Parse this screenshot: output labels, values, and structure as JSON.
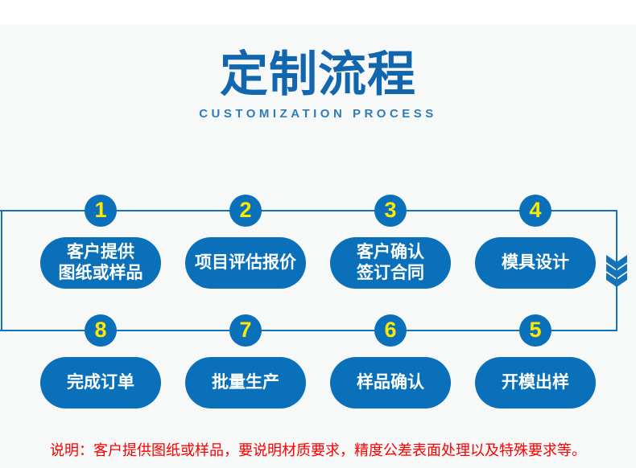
{
  "header": {
    "title": "定制流程",
    "subtitle": "CUSTOMIZATION PROCESS"
  },
  "flow": {
    "row1": [
      {
        "number": "1",
        "label": "客户提供\n图纸或样品"
      },
      {
        "number": "2",
        "label": "项目评估报价"
      },
      {
        "number": "3",
        "label": "客户确认\n签订合同"
      },
      {
        "number": "4",
        "label": "模具设计"
      }
    ],
    "row2": [
      {
        "number": "8",
        "label": "完成订单"
      },
      {
        "number": "7",
        "label": "批量生产"
      },
      {
        "number": "6",
        "label": "样品确认"
      },
      {
        "number": "5",
        "label": "开模出样"
      }
    ]
  },
  "note": "说明：客户提供图纸或样品，要说明材质要求，精度公差表面处理以及特殊要求等。",
  "icons": {
    "flow_direction_indicator": "chevron-triple-down"
  },
  "colors": {
    "background": "#f7f8f8",
    "title_blue": "#1166ad",
    "subtitle_blue": "#2e7cbc",
    "shape_blue": "#0a70b9",
    "line_blue": "#1573b9",
    "number_yellow": "#ffe800",
    "note_red": "#fe0000"
  }
}
